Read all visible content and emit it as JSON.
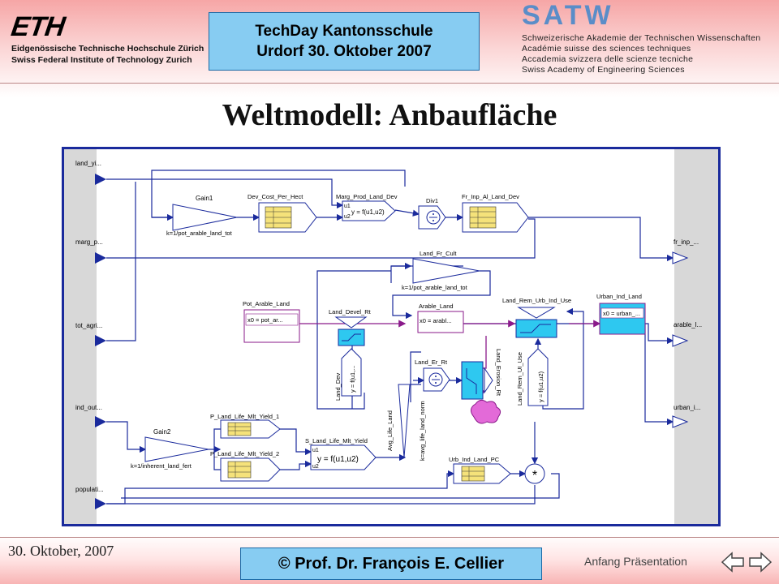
{
  "header": {
    "eth_logo": "ETH",
    "eth_line1": "Eidgenössische Technische Hochschule Zürich",
    "eth_line2": "Swiss Federal Institute of Technology Zurich",
    "event_line1": "TechDay Kantonsschule",
    "event_line2": "Urdorf 30. Oktober 2007",
    "satw_logo": "SATW",
    "satw_lines": [
      "Schweizerische Akademie der Technischen Wissenschaften",
      "Académie suisse des sciences techniques",
      "Accademia svizzera delle scienze tecniche",
      "Swiss Academy of Engineering Sciences"
    ]
  },
  "title": "Weltmodell: Anbaufläche",
  "diagram": {
    "inputs": [
      "land_yi...",
      "marg_p...",
      "tot_agri...",
      "ind_out...",
      "populati..."
    ],
    "outputs": [
      "fr_inp_...",
      "arable_l...",
      "urban_i..."
    ],
    "blocks": {
      "gain1": "Gain1",
      "gain1_param": "k=1/pot_arable_land_tot",
      "dev_cost": "Dev_Cost_Per_Hect",
      "marg_prod": "Marg_Prod_Land_Dev",
      "marg_prod_u1": "u1",
      "marg_prod_u2": "u2",
      "marg_prod_fn": "y = f(u1,u2)",
      "div1": "Div1",
      "fr_inp": "Fr_Inp_Al_Land_Dev",
      "land_fr_cult": "Land_Fr_Cult",
      "land_fr_cult_param": "k=1/pot_arable_land_tot",
      "pot_arable": "Pot_Arable_Land",
      "pot_arable_val": "x0 = pot_ar...",
      "land_devel": "Land_Devel_Rt",
      "arable_land": "Arable_Land",
      "arable_land_val": "x0 = arabl...",
      "land_rem_urb": "Land_Rem_Urb_Ind_Use",
      "urban_ind": "Urban_Ind_Land",
      "urban_ind_val": "x0 = urban_...",
      "land_dev_v": "Land_Dev",
      "land_dev_fn": "y = f(u1,...",
      "land_er": "Land_Er_Rt",
      "land_erosion": "Land_Erosion_Rt",
      "land_rem_ui": "Land_Rem_UI_Use",
      "land_rem_ui_fn": "y = f(u1,u2)",
      "gain2": "Gain2",
      "gain2_param": "k=1/inherent_land_fert",
      "p_life1": "P_Land_Life_Mlt_Yield_1",
      "p_life2": "P_Land_Life_Mlt_Yield_2",
      "s_life": "S_Land_Life_Mlt_Yield",
      "s_life_u1": "u1",
      "s_life_u2": "u2",
      "s_life_fn": "y = f(u1,u2)",
      "avg_life": "Avg_Life_Land",
      "avg_life_param": "k=avg_life_land_norm",
      "urb_ind_pc": "Urb_Ind_Land_PC",
      "mult_sym": "*"
    }
  },
  "footer": {
    "date": "30. Oktober, 2007",
    "copyright": "© Prof. Dr. François E. Cellier",
    "nav_label": "Anfang Präsentation"
  },
  "colors": {
    "title_box": "#87ccf2",
    "diagram_border": "#1a2a9c",
    "signal_line": "#1a2a9c",
    "flow_line": "#8a1a8a",
    "storage_fill": "#2ec8f0",
    "table_fill": "#f5e27a",
    "cloud_fill": "#e36ad8"
  }
}
